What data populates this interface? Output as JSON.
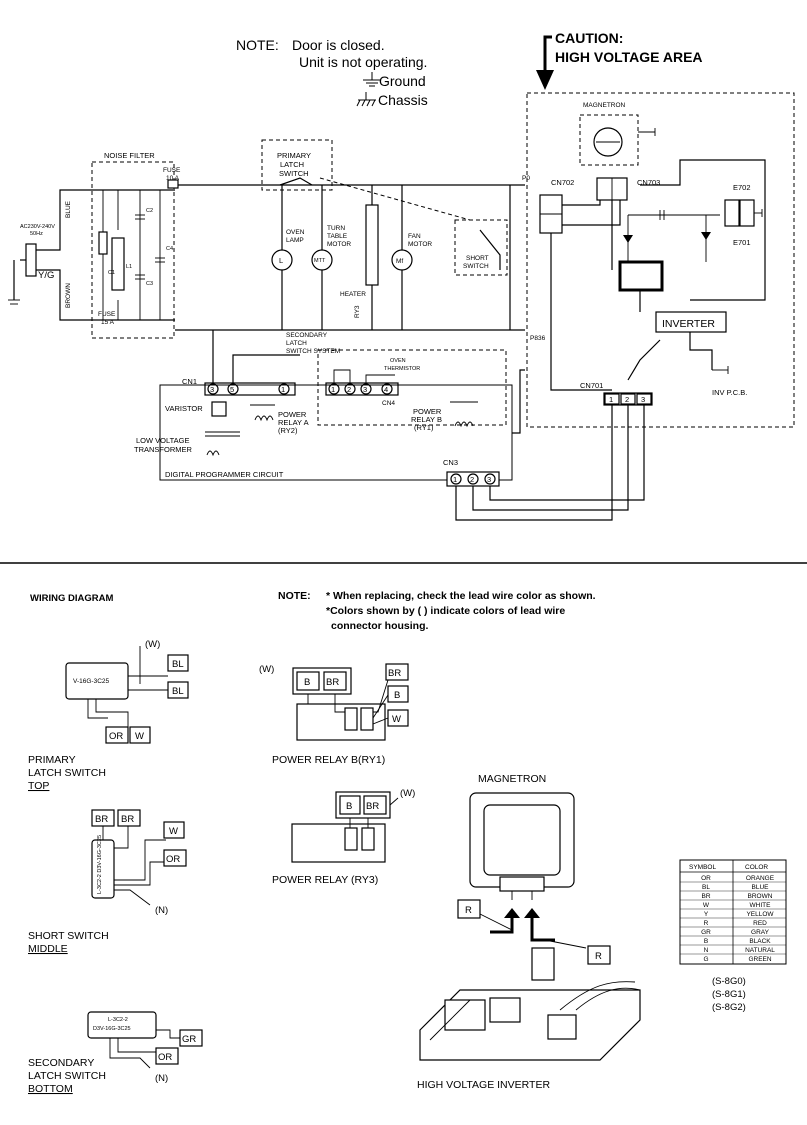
{
  "note": {
    "label": "NOTE:",
    "line1": "Door is closed.",
    "line2": "Unit is not operating.",
    "ground": "Ground",
    "chassis": "Chassis"
  },
  "caution": {
    "line1": "CAUTION:",
    "line2": "HIGH VOLTAGE AREA"
  },
  "schematic": {
    "noise_filter": "NOISE FILTER",
    "fuse_top": "FUSE",
    "fuse_top_rating": "10 A",
    "fuse_bottom": "FUSE",
    "fuse_bottom_rating": "15 A",
    "ac_line1": "AC230V-240V",
    "ac_line2": "50Hz",
    "yg": "Y/G",
    "blue": "BLUE",
    "brown": "BROWN",
    "c1": "C1",
    "c2": "C2",
    "c3": "C3",
    "c4": "C4",
    "l1": "L1",
    "primary_latch": [
      "PRIMARY",
      "LATCH",
      "SWITCH"
    ],
    "oven_lamp": [
      "OVEN",
      "LAMP"
    ],
    "turn_table": [
      "TURN",
      "TABLE",
      "MOTOR"
    ],
    "fan_motor": [
      "FAN",
      "MOTOR"
    ],
    "heater": "HEATER",
    "ry3": "RY3",
    "short_switch": [
      "SHORT",
      "SWITCH"
    ],
    "lamp_symbol": "L",
    "mtt_symbol": "MTT",
    "mf_symbol": "Mf",
    "p0": "P0",
    "p836": "P836",
    "secondary_latch": [
      "SECONDARY",
      "LATCH",
      "SWITCH SYSTEM"
    ],
    "oven_thermistor": [
      "OVEN",
      "THERMISTOR"
    ],
    "cn1": "CN1",
    "cn1_pins": [
      "3",
      "5",
      "1"
    ],
    "cn4": "CN4",
    "cn4_pins": [
      "1",
      "2",
      "3",
      "4"
    ],
    "cn3": "CN3",
    "cn3_pins": [
      "1",
      "2",
      "3"
    ],
    "varistor": "VARISTOR",
    "power_relay_a": [
      "POWER",
      "RELAY A",
      "(RY2)"
    ],
    "power_relay_b": [
      "POWER",
      "RELAY B",
      "(RY1)"
    ],
    "low_voltage": [
      "LOW VOLTAGE",
      "TRANSFORMER"
    ],
    "digital_programmer": "DIGITAL PROGRAMMER CIRCUIT",
    "magnetron": "MAGNETRON",
    "cn702": "CN702",
    "cn703": "CN703",
    "e702": "E702",
    "e701": "E701",
    "inverter": "INVERTER",
    "cn701": "CN701",
    "cn701_pins": [
      "1",
      "2",
      "3"
    ],
    "inv_pcb": "INV P.C.B."
  },
  "wiring": {
    "title": "WIRING DIAGRAM",
    "note_label": "NOTE:",
    "note_line1": "* When replacing, check the lead wire color as shown.",
    "note_line2": "*Colors shown by ( ) indicate colors of lead wire",
    "note_line3": "connector housing.",
    "primary": {
      "part": "V-16G-3C25",
      "w": "(W)",
      "bl1": "BL",
      "bl2": "BL",
      "or": "OR",
      "wb": "W",
      "caption": [
        "PRIMARY",
        "LATCH SWITCH",
        "TOP"
      ]
    },
    "short": {
      "part": "L-3C2-2 D3V-16G-3C25",
      "br1": "BR",
      "br2": "BR",
      "w": "W",
      "or": "OR",
      "n": "(N)",
      "caption": [
        "SHORT SWITCH",
        "MIDDLE"
      ]
    },
    "secondary": {
      "part1": "L-3C2-2",
      "part2": "D3V-16G-3C25",
      "gr": "GR",
      "or": "OR",
      "n": "(N)",
      "caption": [
        "SECONDARY",
        "LATCH SWITCH",
        "BOTTOM"
      ]
    },
    "ry1": {
      "w": "(W)",
      "b1": "B",
      "br1": "BR",
      "br2": "BR",
      "b2": "B",
      "w2": "W",
      "caption": "POWER RELAY B(RY1)"
    },
    "ry3": {
      "b": "B",
      "br": "BR",
      "w": "(W)",
      "caption": "POWER RELAY (RY3)"
    },
    "magnetron": {
      "title": "MAGNETRON",
      "r1": "R",
      "r2": "R",
      "caption": "HIGH VOLTAGE INVERTER"
    },
    "legend": {
      "headers": [
        "SYMBOL",
        "COLOR"
      ],
      "rows": [
        [
          "OR",
          "ORANGE"
        ],
        [
          "BL",
          "BLUE"
        ],
        [
          "BR",
          "BROWN"
        ],
        [
          "W",
          "WHITE"
        ],
        [
          "Y",
          "YELLOW"
        ],
        [
          "R",
          "RED"
        ],
        [
          "GR",
          "GRAY"
        ],
        [
          "B",
          "BLACK"
        ],
        [
          "N",
          "NATURAL"
        ],
        [
          "G",
          "GREEN"
        ]
      ],
      "codes": [
        "(S-8G0)",
        "(S-8G1)",
        "(S-8G2)"
      ]
    }
  }
}
